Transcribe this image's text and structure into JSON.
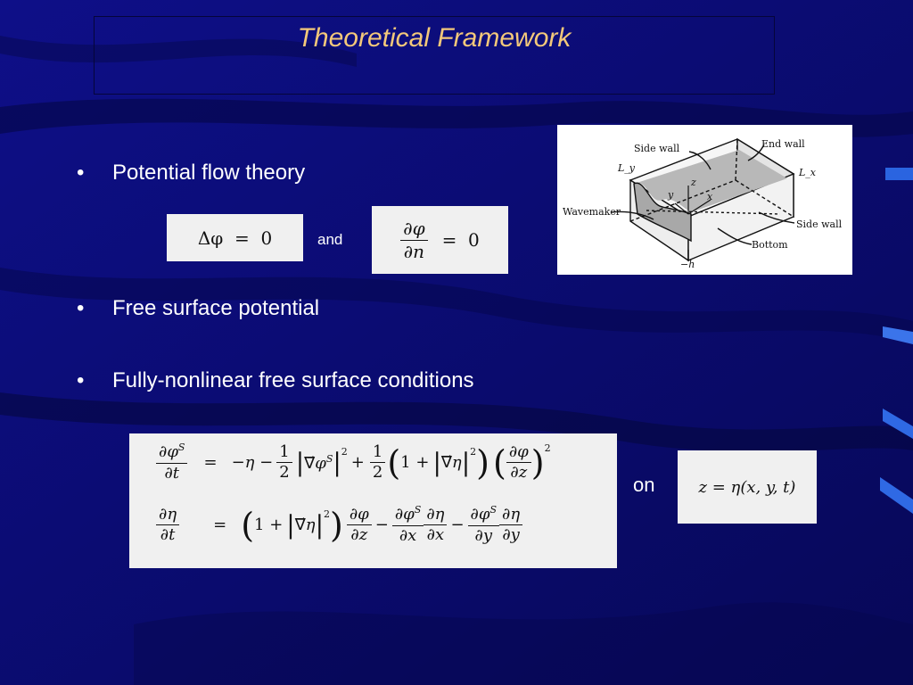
{
  "slide": {
    "title": "Theoretical Framework",
    "bullets": [
      "Potential flow theory",
      "Free surface potential",
      "Fully-nonlinear free surface conditions"
    ],
    "bullet_symbol": "•",
    "connector_and": "and",
    "connector_on": "on"
  },
  "equations": {
    "laplace": "Δφ  =  0",
    "neumann_rhs": "=  0",
    "surface": "z = η(x, y, t)"
  },
  "figure": {
    "labels": {
      "side_wall_top": "Side wall",
      "end_wall": "End wall",
      "ly": "L_y",
      "lx": "L_x",
      "wavemaker": "Wavemaker",
      "side_wall_right": "Side wall",
      "bottom": "Bottom",
      "depth": "−h",
      "x": "x",
      "y": "y",
      "z": "z"
    }
  },
  "colors": {
    "background": "#0b0c72",
    "title": "#f3c87a",
    "text": "#ffffff",
    "equation_box": "#f0f0f0"
  }
}
